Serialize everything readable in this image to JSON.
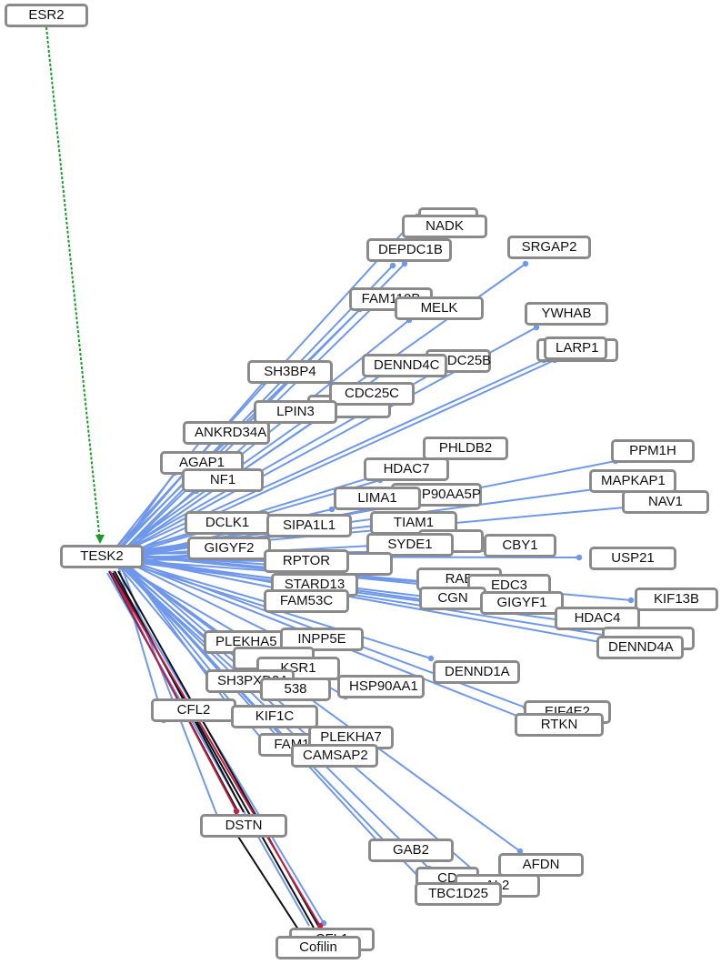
{
  "colors": {
    "node_border": "#8a8a8a",
    "edge_blue": "#6f98ec",
    "edge_black": "#111111",
    "edge_red": "#c0204a",
    "edge_green": "#1a9a2a"
  },
  "nodes": {
    "ESR2": "ESR2",
    "TESK2": "TESK2",
    "NADK": "NADK",
    "DEPDC1B": "DEPDC1B",
    "SRGAP2": "SRGAP2",
    "FAM110B": "FAM110B",
    "MELK": "MELK",
    "YWHAB": "YWHAB",
    "LARP1": "LARP1",
    "CDC25B": "CDC25B",
    "DENND4C": "DENND4C",
    "SH3BP4": "SH3BP4",
    "CDC25C": "CDC25C",
    "LPIN3": "LPIN3",
    "ANKRD34A": "ANKRD34A",
    "PHLDB2": "PHLDB2",
    "PPM1H": "PPM1H",
    "AGAP1": "AGAP1",
    "HDAC7": "HDAC7",
    "NF1": "NF1",
    "MAPKAP1": "MAPKAP1",
    "HSP90AA5P": "HSP90AA5P",
    "LIMA1": "LIMA1",
    "NAV1": "NAV1",
    "DCLK1": "DCLK1",
    "SIPA1L1": "SIPA1L1",
    "TIAM1": "TIAM1",
    "GIGYF2": "GIGYF2",
    "SYDE1": "SYDE1",
    "CBY1": "CBY1",
    "USP21": "USP21",
    "RPTOR": "RPTOR",
    "STARD13": "STARD13",
    "RAB11FIP1": "RAB",
    "EDC3": "EDC3",
    "CGN": "CGN",
    "GIGYF1": "GIGYF1",
    "KIF13B": "KIF13B",
    "FAM53C": "FAM53C",
    "HDAC4": "HDAC4",
    "DENND4A": "DENND4A",
    "PLEKHA5": "PLEKHA5",
    "INPP5E": "INPP5E",
    "KSR1": "KSR1",
    "DENND1A": "DENND1A",
    "SH3PXD2A": "SH3PXD2A",
    "KIAA1538": "538",
    "HSP90AA1": "HSP90AA1",
    "EIF4E2": "EIF4E2",
    "RTKN": "RTKN",
    "CFL2": "CFL2",
    "KIF1C": "KIF1C",
    "FAM117A": "FAM1",
    "PLEKHA7": "PLEKHA7",
    "CAMSAP2": "CAMSAP2",
    "DSTN": "DSTN",
    "GAB2": "GAB2",
    "AFDN": "AFDN",
    "CDC42EP2": "CD",
    "FAM13A2": "AL2",
    "TBC1D25": "TBC1D25",
    "CFL1": "CFL1",
    "Cofilin": "Cofilin"
  }
}
